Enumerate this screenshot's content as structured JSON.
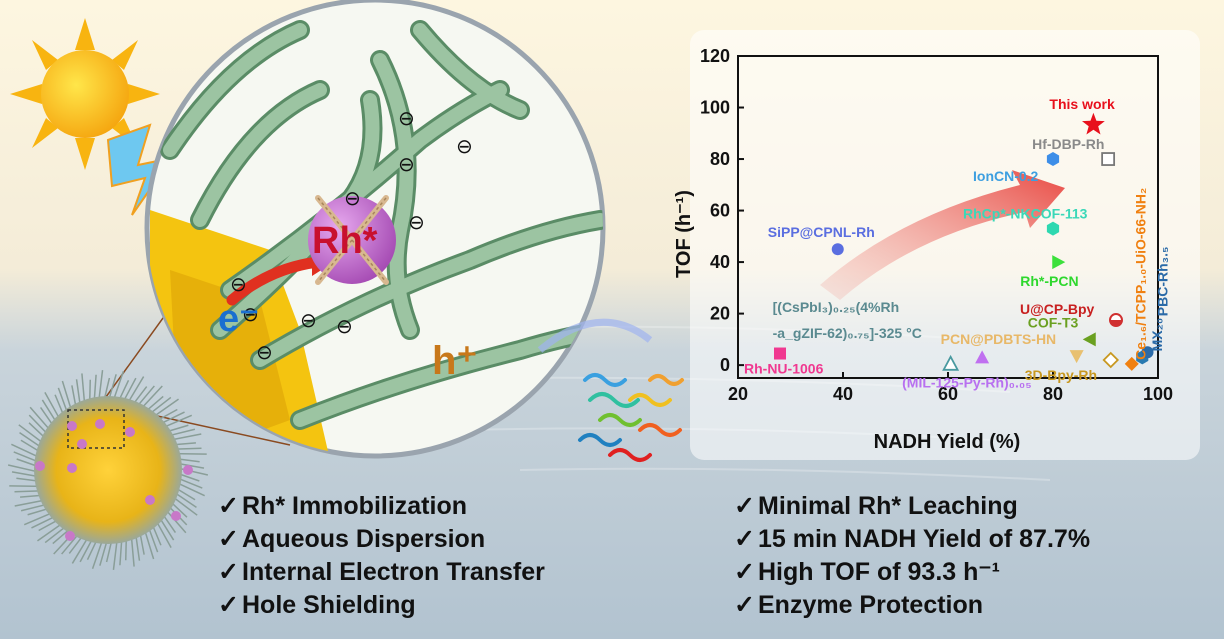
{
  "labels": {
    "rh_center": "Rh*",
    "electron": "e⁻",
    "hole": "h⁺"
  },
  "left_bullets": [
    "Rh* Immobilization",
    "Aqueous Dispersion",
    "Internal Electron Transfer",
    "Hole Shielding"
  ],
  "right_bullets": [
    "Minimal Rh* Leaching",
    "15 min NADH Yield of 87.7%",
    "High TOF of 93.3 h⁻¹",
    "Enzyme Protection"
  ],
  "check_glyph": "✓",
  "minus_glyph": "⊖",
  "colors": {
    "fiber": "#8fb896",
    "rh_sphere": "#b45ac0",
    "rh_text": "#c8102e",
    "electron_text": "#1a6fd0",
    "hole_text": "#c8781a",
    "sun": "#ffc20e",
    "arrow": "#e8403a"
  },
  "chart_data": {
    "type": "scatter",
    "xlabel": "NADH Yield (%)",
    "ylabel": "TOF (h⁻¹)",
    "xlim": [
      20,
      100
    ],
    "ylim": [
      -5,
      120
    ],
    "xticks": [
      20,
      40,
      60,
      80,
      100
    ],
    "yticks": [
      0,
      20,
      40,
      60,
      80,
      100,
      120
    ],
    "points": [
      {
        "label": "This work",
        "x": 87.7,
        "y": 93.3,
        "marker": "star",
        "color": "#e8101c",
        "label_color": "#e8101c"
      },
      {
        "label": "Hf-DBP-Rh",
        "x": 90.5,
        "y": 80,
        "marker": "square-open",
        "color": "#777777",
        "label_color": "#8a8a8a"
      },
      {
        "label": "IonCN-0.2",
        "x": 80,
        "y": 80,
        "marker": "hexagon",
        "color": "#3d8ee8",
        "label_color": "#3d9fe0"
      },
      {
        "label": "RhCp*-NKCOF-113",
        "x": 80,
        "y": 53,
        "marker": "hexagon",
        "color": "#2ed8b0",
        "label_color": "#3ad8b8"
      },
      {
        "label": "SiPP@CPNL-Rh",
        "x": 39,
        "y": 45,
        "marker": "circle",
        "color": "#5a6ee0",
        "label_color": "#5a6ee0"
      },
      {
        "label": "Rh*-PCN",
        "x": 81,
        "y": 40,
        "marker": "triangle-right",
        "color": "#3ce03c",
        "label_color": "#2ed82e"
      },
      {
        "label": "U@CP-Bpy",
        "x": 92,
        "y": 17.5,
        "marker": "circle-half",
        "color": "#d03030",
        "label_color": "#c82020"
      },
      {
        "label": "COF-T3",
        "x": 87,
        "y": 10,
        "marker": "triangle-left",
        "color": "#6aa020",
        "label_color": "#6aa020"
      },
      {
        "label": "[(CsPbI₃)₀.₂₅(4%Rh-a_gZIF-62)₀.₇₅]-325 °C",
        "x": 60.5,
        "y": 0.5,
        "marker": "triangle-open",
        "color": "#4a9aa0",
        "label_color": "#5a8a90"
      },
      {
        "label": "PCN@PDBTS-HN",
        "x": 84.5,
        "y": 3.5,
        "marker": "triangle-down",
        "color": "#e8c070",
        "label_color": "#e8b868"
      },
      {
        "label": "Rh-NU-1006",
        "x": 28,
        "y": 4.5,
        "marker": "square",
        "color": "#f03890",
        "label_color": "#f03890"
      },
      {
        "label": "(MIL-125-Py-Rh)₀.₀₅",
        "x": 66.5,
        "y": 3,
        "marker": "triangle",
        "color": "#c070f0",
        "label_color": "#b870f0"
      },
      {
        "label": "3D-Bpy-Rh",
        "x": 91,
        "y": 2,
        "marker": "diamond-open",
        "color": "#c89820",
        "label_color": "#c89820"
      },
      {
        "label": "Ce₁.₆/TCPP₁.₀-UiO-66-NH₂",
        "x": 95,
        "y": 0.5,
        "marker": "diamond",
        "color": "#f08010",
        "label_color": "#f08010"
      },
      {
        "label": "MX₂₀",
        "x": 97,
        "y": 3,
        "marker": "hexagon",
        "color": "#2a7ab0",
        "label_color": "#2a6aa8"
      },
      {
        "label": "PBC-Rh₃.₅",
        "x": 98,
        "y": 5,
        "marker": "circle",
        "color": "#2a6aa8",
        "label_color": "#2a6aa8"
      }
    ]
  }
}
